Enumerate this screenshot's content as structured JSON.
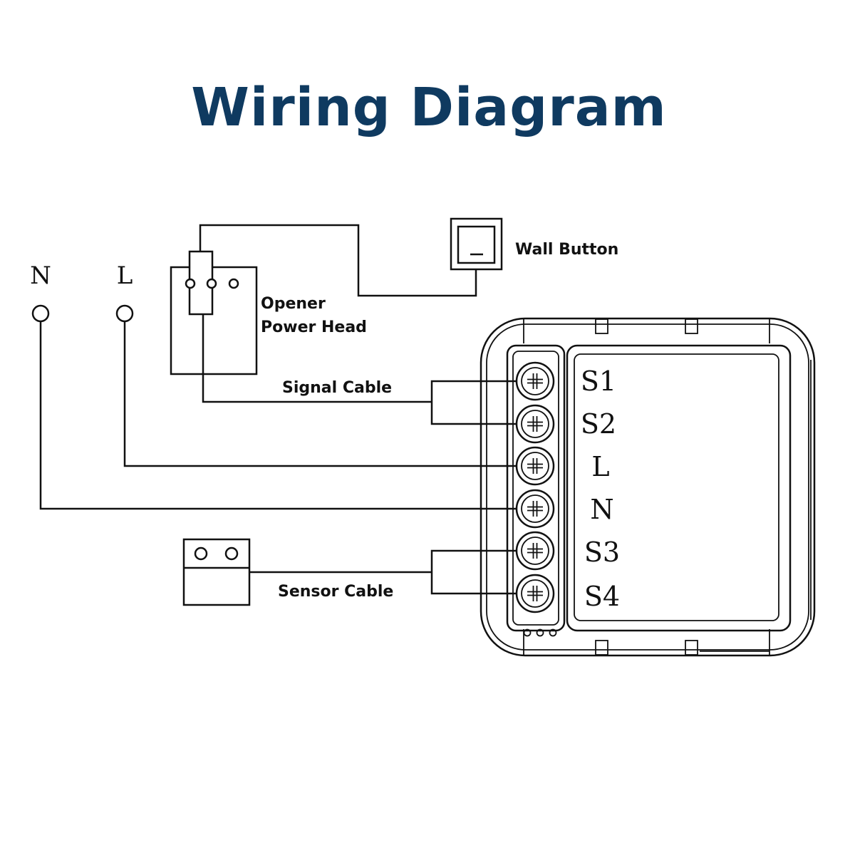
{
  "title": "Wiring Diagram",
  "supply_labels": {
    "neutral": "N",
    "live": "L"
  },
  "labels": {
    "wall_button": "Wall Button",
    "opener_line1": "Opener",
    "opener_line2": "Power Head",
    "signal_cable": "Signal Cable",
    "sensor_cable": "Sensor Cable"
  },
  "terminals": [
    "S1",
    "S2",
    "L",
    "N",
    "S3",
    "S4"
  ]
}
